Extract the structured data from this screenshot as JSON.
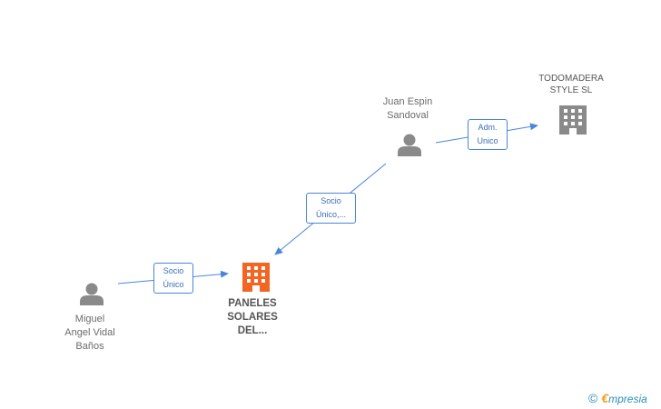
{
  "nodes": {
    "juan": {
      "name": "Juan Espin\nSandoval",
      "icon": "person-icon"
    },
    "miguel": {
      "name": "Miguel\nAngel Vidal\nBaños",
      "icon": "person-icon"
    },
    "todomadera": {
      "name": "TODOMADERA\nSTYLE SL",
      "icon": "building-icon"
    },
    "paneles": {
      "name": "PANELES\nSOLARES\nDEL...",
      "icon": "building-icon"
    }
  },
  "edges": {
    "juan_todomadera": {
      "line1": "Adm.",
      "line2": "Unico"
    },
    "juan_paneles": {
      "line1": "Socio",
      "line2": "Único,..."
    },
    "miguel_paneles": {
      "line1": "Socio",
      "line2": "Único"
    }
  },
  "colors": {
    "edge": "#4a86d8",
    "person": "#8a8a8a",
    "company": "#8a8a8a",
    "main_company": "#f26522"
  },
  "footer": {
    "copyright": "©",
    "brand_first": "€",
    "brand_rest": "mpresia"
  }
}
